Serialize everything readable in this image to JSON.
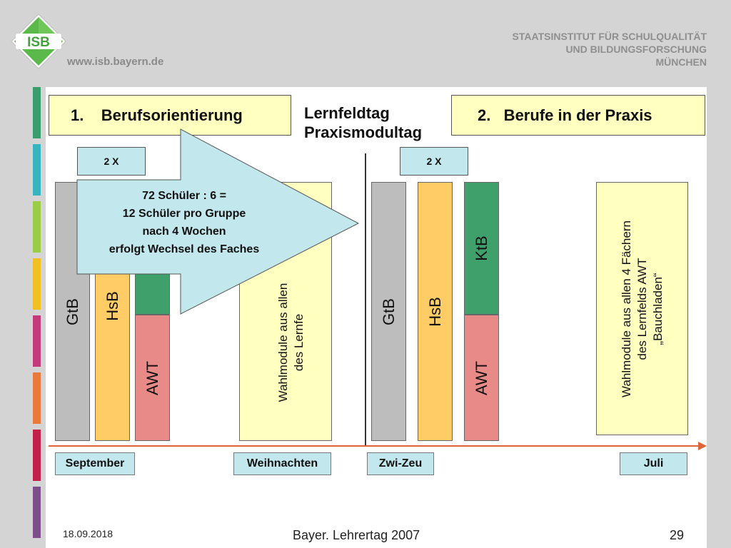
{
  "header": {
    "logo_text": "ISB",
    "url": "www.isb.bayern.de",
    "institute_lines": [
      "STAATSINSTITUT FÜR SCHULQUALITÄT",
      "UND BILDUNGSFORSCHUNG",
      "MÜNCHEN"
    ]
  },
  "sidebar_strip_colors": [
    "#3a9d6e",
    "#36b4c0",
    "#9acd45",
    "#f2c020",
    "#c43a7a",
    "#e97a3c",
    "#c21f4b",
    "#7d4e8c",
    "#2f63b0"
  ],
  "slide": {
    "title_left": "1.    Berufsorientierung",
    "title_center_line1": "Lernfeldtag",
    "title_center_line2": "Praxismodultag",
    "title_right": "2.   Berufe in der Praxis",
    "rotation_left": "2 X",
    "rotation_right": "2 X",
    "callout_lines": [
      "72 Schüler : 6 =",
      "12 Schüler pro Gruppe",
      "nach 4 Wochen",
      "erfolgt Wechsel des Faches"
    ],
    "left_columns": {
      "gtb": "GtB",
      "hsb": "HsB",
      "awt": "AWT"
    },
    "middle_column_lines": [
      "Wahlmodule aus allen",
      "des Lernfe"
    ],
    "right_columns": {
      "gtb": "GtB",
      "hsb": "HsB",
      "ktb": "KtB",
      "awt": "AWT"
    },
    "right_wahl_lines": [
      "Wahlmodule aus allen 4 Fächern",
      "des Lernfelds AWT",
      "„Bauchladen“"
    ],
    "timeline": {
      "september": "September",
      "weihnachten": "Weihnachten",
      "zwizeu": "Zwi-Zeu",
      "juli": "Juli"
    }
  },
  "colors": {
    "gray_col": "#bdbdbd",
    "orange_col": "#ffcc66",
    "green_col": "#3fa06b",
    "red_col": "#e88a87",
    "yellow_box": "#ffffc0",
    "cyan_box": "#c2e7ec",
    "timeline_arrow": "#e0643a"
  },
  "footer": {
    "date": "18.09.2018",
    "center": "Bayer. Lehrertag 2007",
    "page": "29"
  }
}
